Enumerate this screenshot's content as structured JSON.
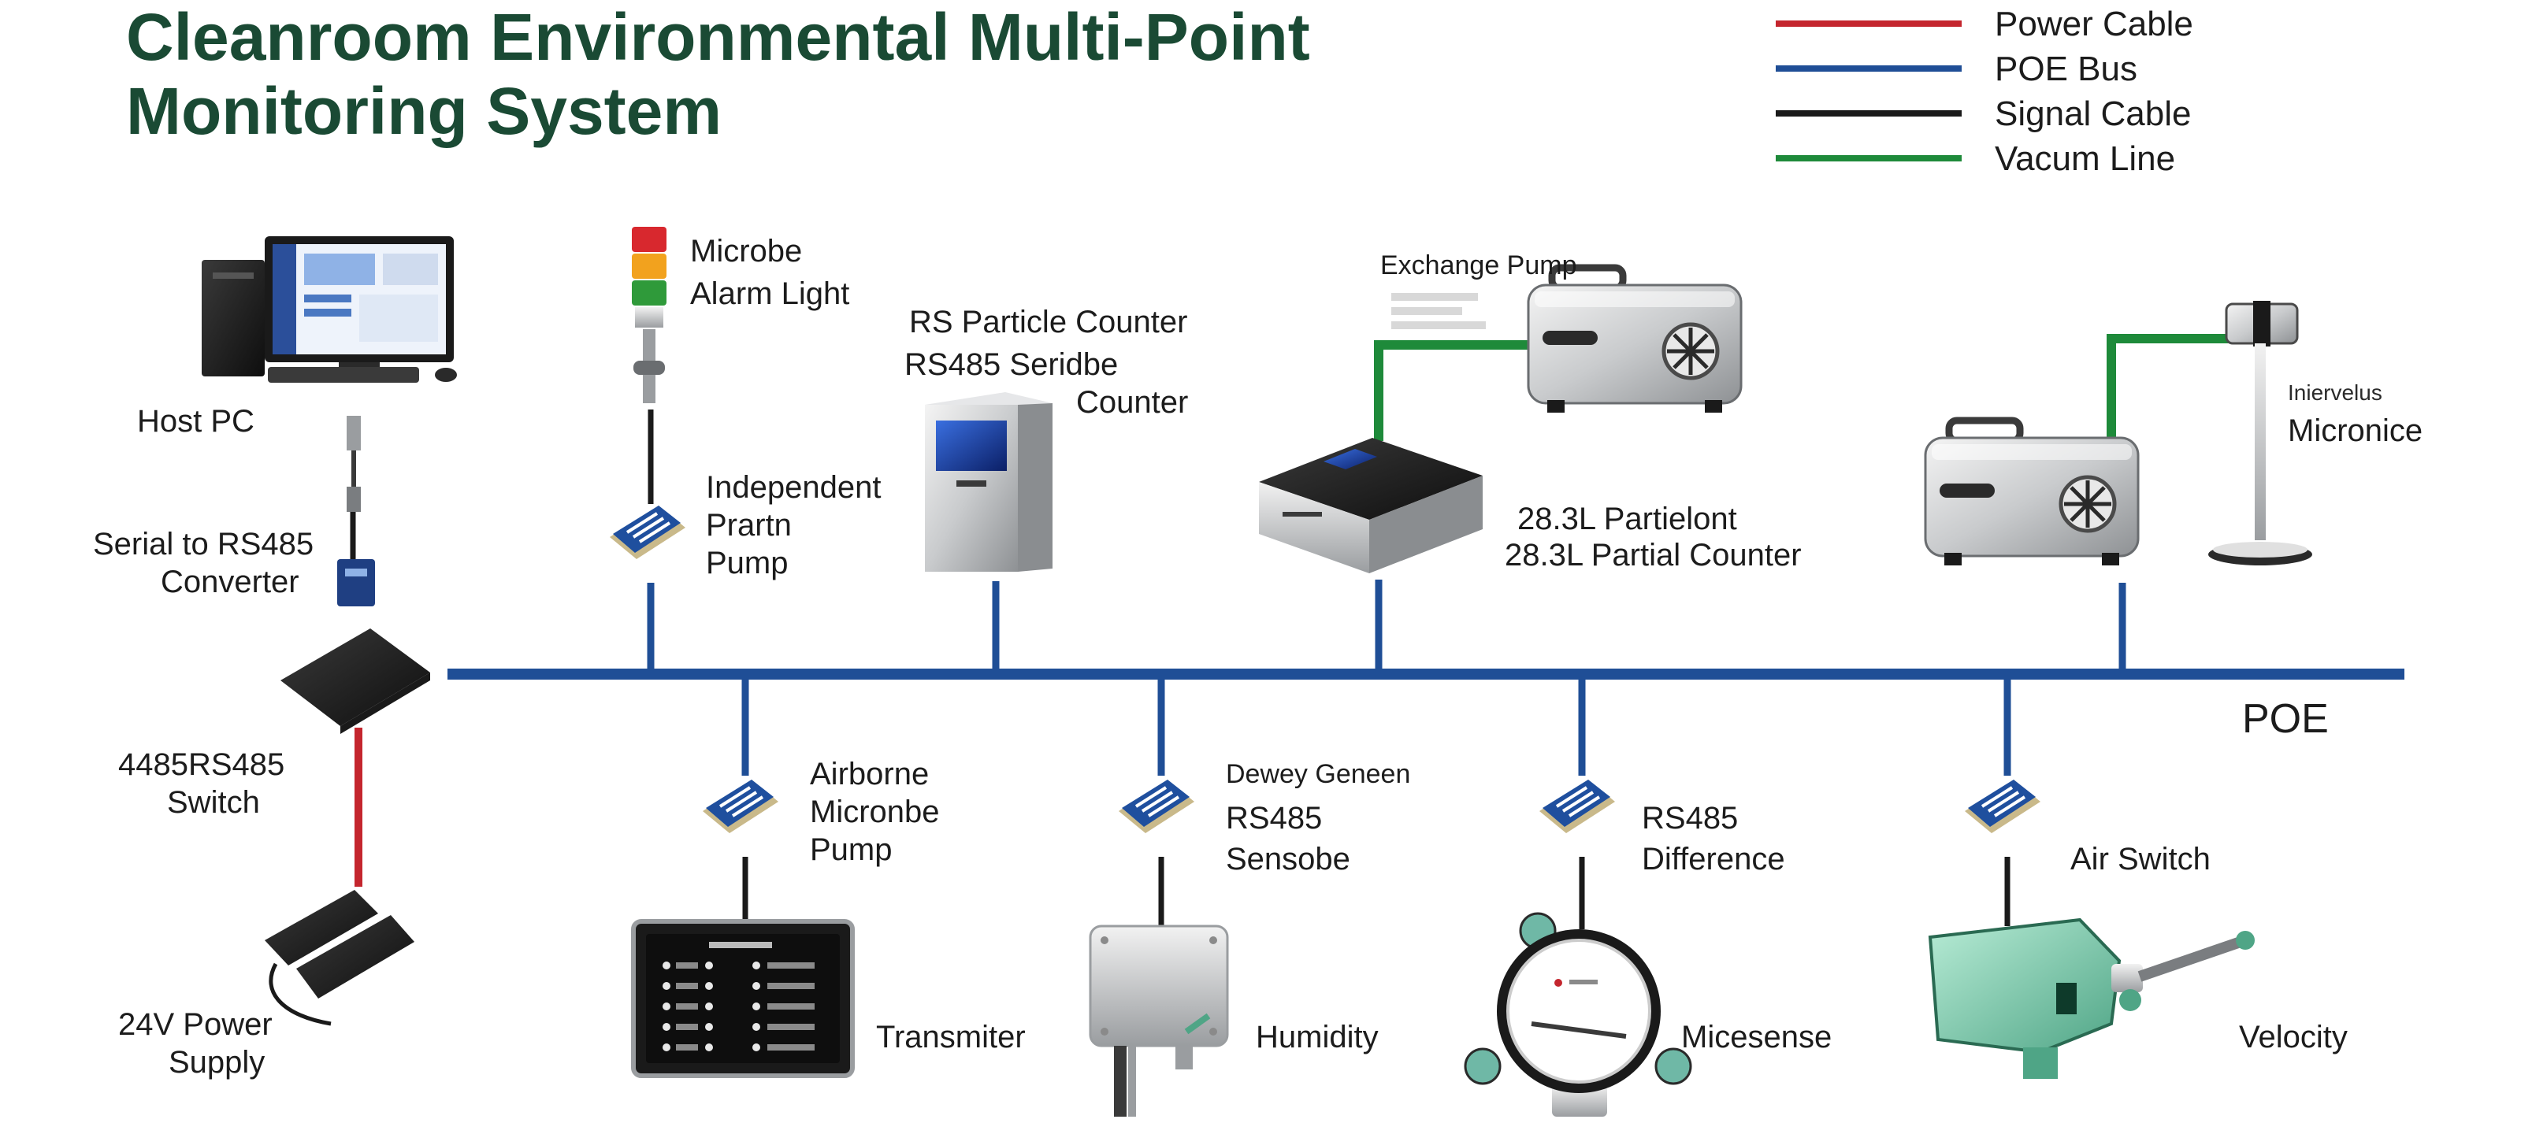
{
  "title": {
    "line1": "Cleanroom Environmental Multi-Point",
    "line2": "Monitoring System"
  },
  "legend": [
    {
      "label": "Power Cable",
      "color": "#c4262e"
    },
    {
      "label": "POE Bus",
      "color": "#1f4e96"
    },
    {
      "label": "Signal Cable",
      "color": "#1a1a1a"
    },
    {
      "label": "Vacum Line",
      "color": "#1e8a3a"
    }
  ],
  "bus_label": "POE",
  "colors": {
    "power": "#c4262e",
    "bus": "#1f4e96",
    "signal": "#1a1a1a",
    "vacuum": "#1e8a3a",
    "title": "#1a4a34"
  },
  "nodes": {
    "host_pc": "Host PC",
    "converter": [
      "Serial to RS485",
      "Converter"
    ],
    "switch": [
      "4485RS485",
      "Switch"
    ],
    "power_supply": [
      "24V Power",
      "Supply"
    ],
    "alarm_light": [
      "Microbe",
      "Alarm Light"
    ],
    "independent_pump": [
      "Independent",
      "Prartn",
      "Pump"
    ],
    "particle_counter": [
      "RS Particle Counter",
      "RS485 Seridbe",
      "Counter"
    ],
    "exchange_pump": "Exchange Pump",
    "partial_counter": [
      "28.3L Partielont",
      "28.3L Partial Counter"
    ],
    "micronice": [
      "Iniervelus",
      "Micronice"
    ],
    "airborne_pump": [
      "Airborne",
      "Micronbe",
      "Pump"
    ],
    "sensor": [
      "Dewey Geneen",
      "RS485",
      "Sensobe"
    ],
    "difference": [
      "RS485",
      "Difference"
    ],
    "air_switch": "Air Switch",
    "transmiter": "Transmiter",
    "humidity": "Humidity",
    "micesense": "Micesense",
    "velocity": "Velocity"
  }
}
